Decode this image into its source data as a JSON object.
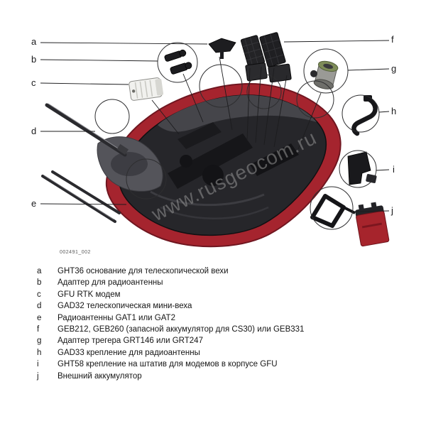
{
  "figure": {
    "id_label": "002491_002",
    "watermark": "www.rusgeocom.ru"
  },
  "callouts": [
    "a",
    "b",
    "c",
    "d",
    "e",
    "f",
    "g",
    "h",
    "i",
    "j"
  ],
  "legend": {
    "items": [
      {
        "key": "a",
        "text": "GHT36 основание для телескопической вехи"
      },
      {
        "key": "b",
        "text": "Адаптер для радиоантенны"
      },
      {
        "key": "c",
        "text": "GFU RTK модем"
      },
      {
        "key": "d",
        "text": "GAD32 телескопическая мини-веха"
      },
      {
        "key": "e",
        "text": "Радиоантенны GAT1 или GAT2"
      },
      {
        "key": "f",
        "text": "GEB212, GEB260 (запасной аккумулятор для CS30) или GEB331"
      },
      {
        "key": "g",
        "text": "Адаптер трегера GRT146 или GRT247"
      },
      {
        "key": "h",
        "text": "GAD33 крепление для радиоантенны"
      },
      {
        "key": "i",
        "text": "GHT58 крепление на штатив для модемов в корпусе GFU"
      },
      {
        "key": "j",
        "text": "Внешний аккумулятор"
      }
    ]
  },
  "colors": {
    "case_red": "#a5242e",
    "foam_dark": "#26262a",
    "battery_red": "#a6242c",
    "adapter_green": "#7e8c58",
    "leader_line": "#1c1c1e",
    "watermark_gray": "#969696"
  }
}
